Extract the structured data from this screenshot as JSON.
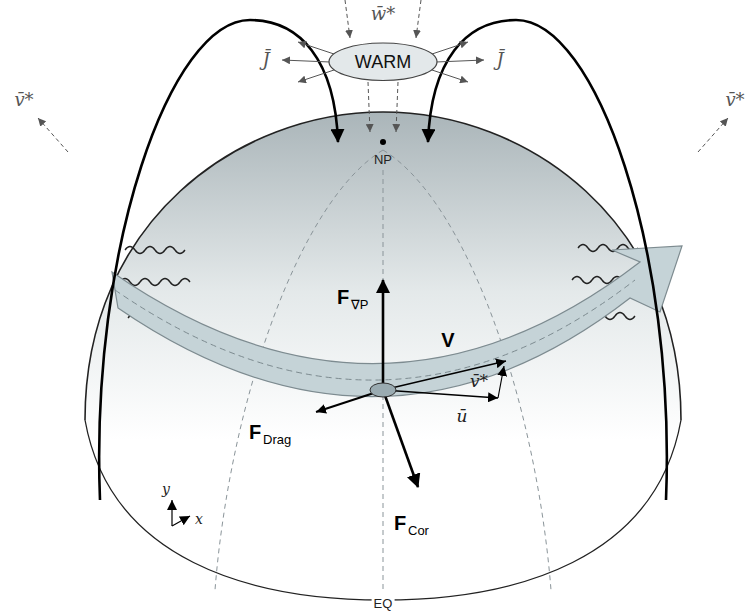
{
  "diagram": {
    "nodes": [
      {
        "text": [
          "WARM"
        ]
      }
    ],
    "labels": [
      "w̄*",
      "J̄",
      "J̄",
      "NP",
      "v̄*",
      "v̄*",
      "F",
      "∇P",
      "V",
      "v̄*",
      "ū",
      "F",
      "Drag",
      "y",
      "x",
      "F",
      "Cor",
      "EQ"
    ]
  }
}
